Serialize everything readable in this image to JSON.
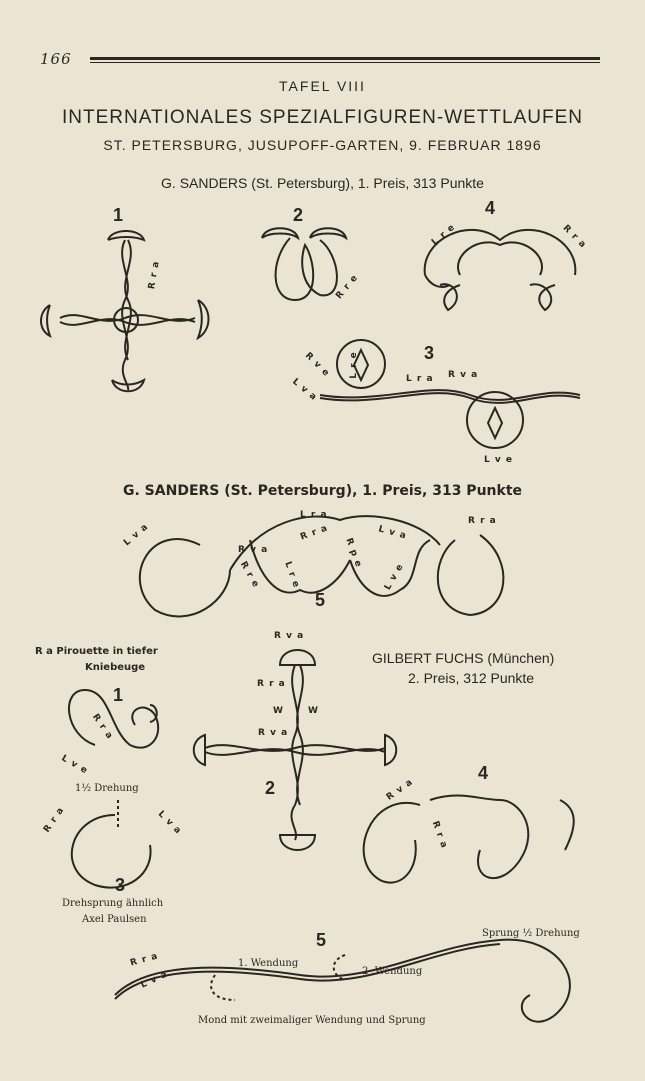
{
  "page_number": "166",
  "tafel": "TAFEL VIII",
  "title": "INTERNATIONALES SPEZIALFIGUREN-WETTLAUFEN",
  "subtitle": "ST. PETERSBURG, JUSUPOFF-GARTEN, 9. FEBRUAR 1896",
  "section1_heading": "G. SANDERS (St. Petersburg), 1. Preis, 313 Punkte",
  "section2_heading": "G. SANDERS (St. Petersburg), 1. Preis, 313 Punkte",
  "fuchs_name": "GILBERT FUCHS (München)",
  "fuchs_prize": "2. Preis, 312 Punkte",
  "figure_numbers": {
    "s1_1": "1",
    "s1_2": "2",
    "s1_3": "3",
    "s1_4": "4",
    "s2_5": "5",
    "f_1": "1",
    "f_2": "2",
    "f_3": "3",
    "f_4": "4",
    "f_5": "5"
  },
  "labels": {
    "rra": "R r a",
    "rre": "R r e",
    "lre": "L r e",
    "lra": "L r a",
    "rve": "R v e",
    "lva": "L v a",
    "rva": "R v a",
    "lve": "L v e",
    "rpe": "R p e",
    "w": "W",
    "ra": "R r a"
  },
  "texts": {
    "pirouette": "R a Pirouette in tiefer",
    "kniebeuge": "Kniebeuge",
    "drehung": "1½ Drehung",
    "drehsprung": "Drehsprung ähnlich",
    "axel": "Axel Paulsen",
    "wendung1": "1. Wendung",
    "wendung2": "2 .Wendung",
    "sprung": "Sprung ½ Drehung",
    "mond": "Mond mit zweimaliger Wendung und Sprung"
  }
}
